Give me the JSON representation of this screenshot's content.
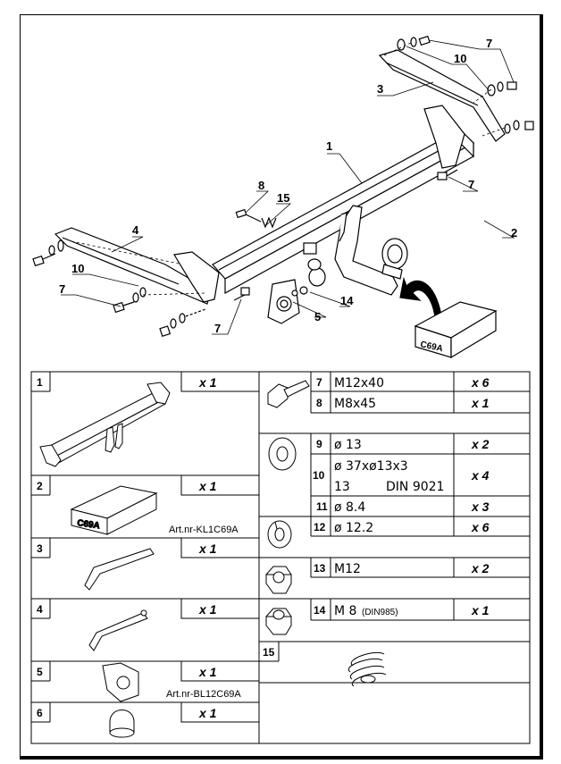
{
  "diagram": {
    "callouts": [
      {
        "id": "c1",
        "label": "1"
      },
      {
        "id": "c2",
        "label": "2"
      },
      {
        "id": "c3",
        "label": "3"
      },
      {
        "id": "c4",
        "label": "4"
      },
      {
        "id": "c5",
        "label": "5"
      },
      {
        "id": "c7a",
        "label": "7"
      },
      {
        "id": "c7b",
        "label": "7"
      },
      {
        "id": "c7c",
        "label": "7"
      },
      {
        "id": "c7d",
        "label": "7"
      },
      {
        "id": "c8",
        "label": "8"
      },
      {
        "id": "c10a",
        "label": "10"
      },
      {
        "id": "c10b",
        "label": "10"
      },
      {
        "id": "c14",
        "label": "14"
      },
      {
        "id": "c15",
        "label": "15"
      }
    ],
    "box_label": "C69A"
  },
  "parts_left": [
    {
      "num": "1",
      "qty": "x 1",
      "art": ""
    },
    {
      "num": "2",
      "qty": "x 1",
      "art": "Art.nr-KL1C69A",
      "box_label": "C69A"
    },
    {
      "num": "3",
      "qty": "x 1",
      "art": ""
    },
    {
      "num": "4",
      "qty": "x 1",
      "art": ""
    },
    {
      "num": "5",
      "qty": "x 1",
      "art": "Art.nr-BL12C69A"
    },
    {
      "num": "6",
      "qty": "x 1",
      "art": ""
    }
  ],
  "parts_right": [
    {
      "num": "7",
      "spec": "M12x40",
      "qty": "x 6"
    },
    {
      "num": "8",
      "spec": "M8x45",
      "qty": "x 1"
    },
    {
      "num": "9",
      "spec": "ø 13",
      "qty": "x 2"
    },
    {
      "num": "10",
      "spec": "ø 37xø13x3",
      "spec2a": "13",
      "spec2b": "DIN 9021",
      "qty": "x 4"
    },
    {
      "num": "11",
      "spec": "ø 8.4",
      "qty": "x 3"
    },
    {
      "num": "12",
      "spec": "ø 12.2",
      "qty": "x 6"
    },
    {
      "num": "13",
      "spec": "M12",
      "qty": "x 2"
    },
    {
      "num": "14",
      "spec": "M 8",
      "spec_small": "(DIN985)",
      "qty": "x 1"
    },
    {
      "num": "15",
      "spec": "",
      "qty": ""
    }
  ]
}
